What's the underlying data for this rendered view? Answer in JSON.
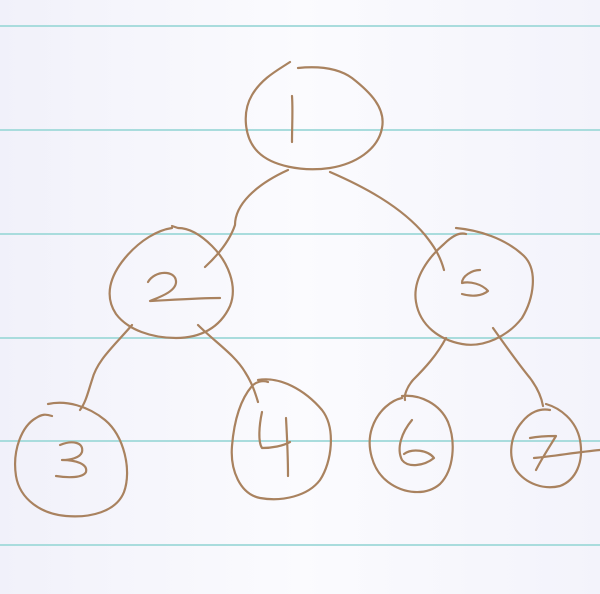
{
  "paper": {
    "ink_color": "#a9825f",
    "rule_color": "#a9dcdd",
    "background_color": "#f6f6fc"
  },
  "tree": {
    "nodes": [
      {
        "id": "1",
        "label": "1"
      },
      {
        "id": "2",
        "label": "2"
      },
      {
        "id": "5",
        "label": "5"
      },
      {
        "id": "3",
        "label": "3"
      },
      {
        "id": "4",
        "label": "4"
      },
      {
        "id": "6",
        "label": "6"
      },
      {
        "id": "7",
        "label": "7"
      }
    ],
    "edges": [
      {
        "from": "1",
        "to": "2"
      },
      {
        "from": "1",
        "to": "5"
      },
      {
        "from": "2",
        "to": "3"
      },
      {
        "from": "2",
        "to": "4"
      },
      {
        "from": "5",
        "to": "6"
      },
      {
        "from": "5",
        "to": "7"
      }
    ]
  }
}
